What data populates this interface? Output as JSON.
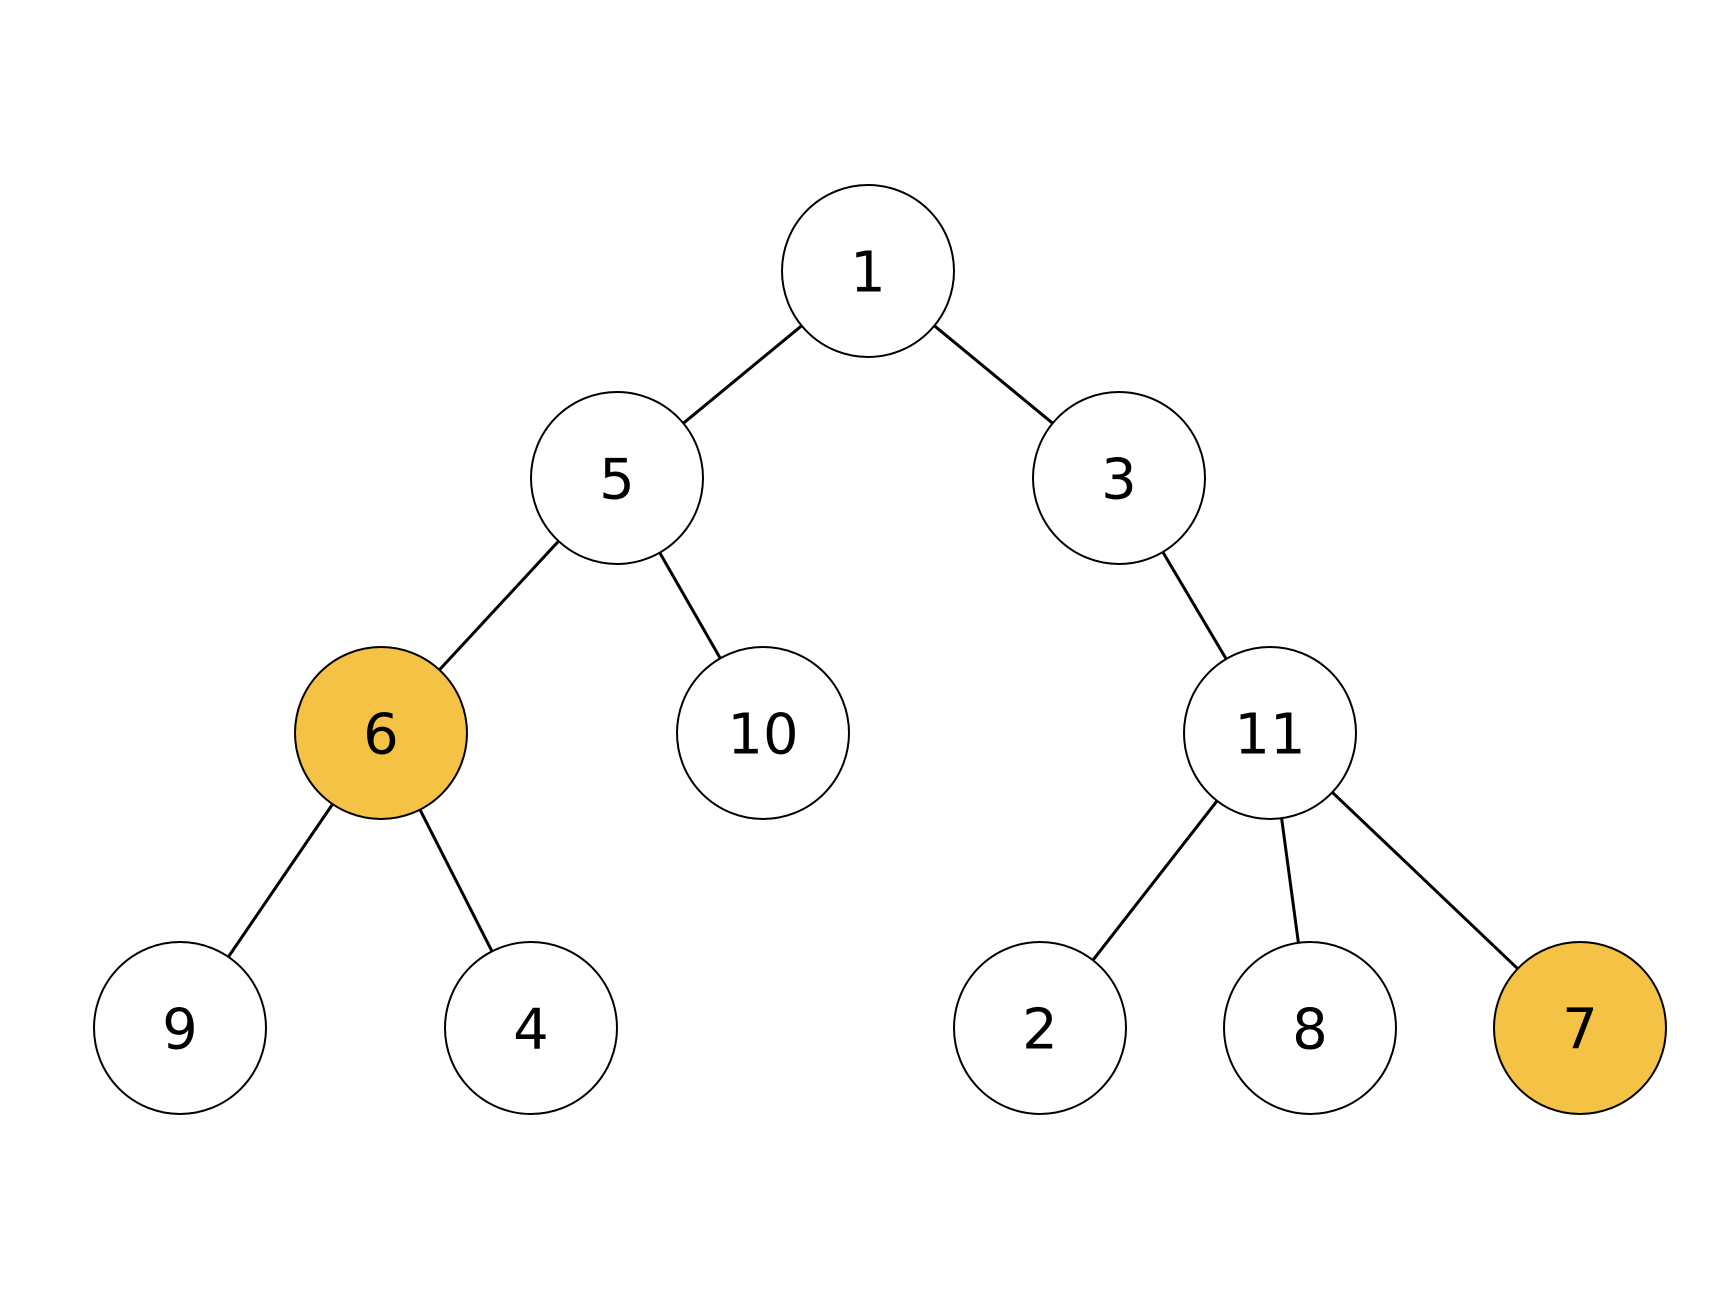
{
  "colors": {
    "default_fill": "#ffffff",
    "highlight_fill": "#f4c244",
    "stroke": "#000000"
  },
  "nodes": [
    {
      "id": "n1",
      "label": "1",
      "highlighted": false
    },
    {
      "id": "n5",
      "label": "5",
      "highlighted": false
    },
    {
      "id": "n3",
      "label": "3",
      "highlighted": false
    },
    {
      "id": "n6",
      "label": "6",
      "highlighted": true
    },
    {
      "id": "n10",
      "label": "10",
      "highlighted": false
    },
    {
      "id": "n11",
      "label": "11",
      "highlighted": false
    },
    {
      "id": "n9",
      "label": "9",
      "highlighted": false
    },
    {
      "id": "n4",
      "label": "4",
      "highlighted": false
    },
    {
      "id": "n2",
      "label": "2",
      "highlighted": false
    },
    {
      "id": "n8",
      "label": "8",
      "highlighted": false
    },
    {
      "id": "n7",
      "label": "7",
      "highlighted": true
    }
  ],
  "edges": [
    {
      "from": "n1",
      "to": "n5"
    },
    {
      "from": "n1",
      "to": "n3"
    },
    {
      "from": "n5",
      "to": "n6"
    },
    {
      "from": "n5",
      "to": "n10"
    },
    {
      "from": "n3",
      "to": "n11"
    },
    {
      "from": "n6",
      "to": "n9"
    },
    {
      "from": "n6",
      "to": "n4"
    },
    {
      "from": "n11",
      "to": "n2"
    },
    {
      "from": "n11",
      "to": "n8"
    },
    {
      "from": "n11",
      "to": "n7"
    }
  ]
}
